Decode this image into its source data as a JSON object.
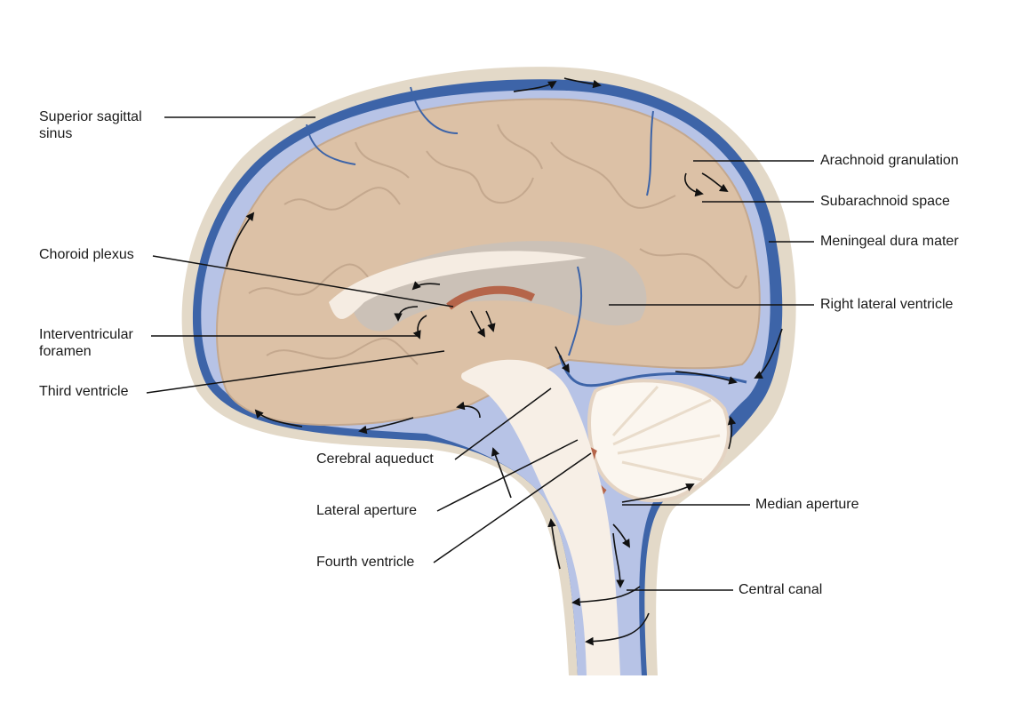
{
  "labels": {
    "superior_sagittal_sinus_1": "Superior sagittal",
    "superior_sagittal_sinus_2": "sinus",
    "choroid_plexus": "Choroid plexus",
    "interventricular_foramen_1": "Interventricular",
    "interventricular_foramen_2": "foramen",
    "third_ventricle": "Third ventricle",
    "cerebral_aqueduct": "Cerebral aqueduct",
    "lateral_aperture": "Lateral aperture",
    "fourth_ventricle": "Fourth ventricle",
    "arachnoid_granulation": "Arachnoid granulation",
    "subarachnoid_space": "Subarachnoid space",
    "meningeal_dura_mater": "Meningeal dura mater",
    "right_lateral_ventricle": "Right lateral ventricle",
    "median_aperture": "Median aperture",
    "central_canal": "Central canal"
  },
  "colors": {
    "skull": "#e3d9c8",
    "dura_sinus": "#3d64a8",
    "csf": "#b7c3e6",
    "brain": "#dcc1a6",
    "brainstem": "#f7efe6",
    "choroid": "#b5654a"
  }
}
